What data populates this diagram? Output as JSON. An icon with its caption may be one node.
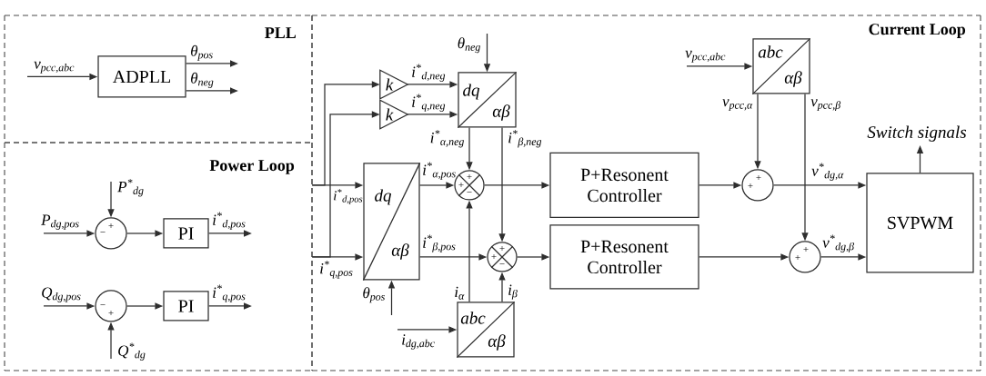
{
  "diagram": {
    "nodes": [
      {
        "text": [
          "PLL"
        ]
      },
      {
        "text": [
          "ADPLL"
        ],
        "in": 0
      },
      {
        "text": [
          "Power Loop"
        ]
      },
      {
        "text": [
          "+",
          "−"
        ],
        "in": 2
      },
      {
        "text": [
          "PI"
        ],
        "in": 2
      },
      {
        "text": [
          "−",
          "+"
        ],
        "in": 2
      },
      {
        "text": [
          "PI"
        ],
        "in": 2
      },
      {
        "text": [
          "Current Loop"
        ]
      },
      {
        "text": [
          "k"
        ],
        "in": 7
      },
      {
        "text": [
          "k"
        ],
        "in": 7
      },
      {
        "text": [
          "dq",
          "αβ"
        ],
        "in": 7
      },
      {
        "text": [
          "dq",
          "αβ"
        ],
        "in": 7
      },
      {
        "text": [
          "+",
          "+",
          "−"
        ],
        "in": 7
      },
      {
        "text": [
          "+",
          "+",
          "−"
        ],
        "in": 7
      },
      {
        "text": [
          "abc",
          "αβ"
        ],
        "in": 7
      },
      {
        "text": [
          "P+Resonent Controller"
        ],
        "in": 7
      },
      {
        "text": [
          "P+Resonent Controller"
        ],
        "in": 7
      },
      {
        "text": [
          "abc",
          "αβ"
        ],
        "in": 7
      },
      {
        "text": [
          "+",
          "+"
        ],
        "in": 7
      },
      {
        "text": [
          "+",
          "+"
        ],
        "in": 7
      },
      {
        "text": [
          "SVPWM"
        ],
        "in": 7
      }
    ],
    "edges": [
      {
        "from": null,
        "to": 1,
        "arrow": "to",
        "label": "v$_{pcc,abc}$"
      },
      {
        "from": 1,
        "to": null,
        "arrow": "to",
        "label": "θ$_{pos}$"
      },
      {
        "from": 1,
        "to": null,
        "arrow": "to",
        "label": "θ$_{neg}$"
      },
      {
        "from": null,
        "to": 3,
        "arrow": "to",
        "label": "P$_{dg,pos}$"
      },
      {
        "from": null,
        "to": 3,
        "arrow": "to",
        "label": "P$^{*}$$_{dg}$"
      },
      {
        "from": 3,
        "to": 4,
        "arrow": "to"
      },
      {
        "from": 4,
        "to": null,
        "arrow": "to",
        "label": "i$^{*}$$_{d,pos}$"
      },
      {
        "from": null,
        "to": 5,
        "arrow": "to",
        "label": "Q$_{dg,pos}$"
      },
      {
        "from": null,
        "to": 5,
        "arrow": "to",
        "label": "Q$^{*}$$_{dg}$"
      },
      {
        "from": 5,
        "to": 6,
        "arrow": "to"
      },
      {
        "from": 6,
        "to": null,
        "arrow": "to",
        "label": "i$^{*}$$_{q,pos}$"
      },
      {
        "from": 2,
        "to": 11,
        "arrow": "to",
        "label": "i$^{*}$$_{d,pos}$"
      },
      {
        "from": 2,
        "to": 8,
        "arrow": "to"
      },
      {
        "from": 2,
        "to": 11,
        "arrow": "to",
        "label": "i$^{*}$$_{q,pos}$"
      },
      {
        "from": 2,
        "to": 9,
        "arrow": "to"
      },
      {
        "from": 8,
        "to": 10,
        "arrow": "to",
        "label": "i$^{*}$$_{d,neg}$"
      },
      {
        "from": 9,
        "to": 10,
        "arrow": "to",
        "label": "i$^{*}$$_{q,neg}$"
      },
      {
        "from": null,
        "to": 10,
        "arrow": "to",
        "label": "θ$_{neg}$"
      },
      {
        "from": null,
        "to": 11,
        "arrow": "to",
        "label": "θ$_{pos}$"
      },
      {
        "from": 10,
        "to": 12,
        "arrow": "to",
        "label": "i$^{*}$$_{α,neg}$"
      },
      {
        "from": 10,
        "to": 13,
        "arrow": "to",
        "label": "i$^{*}$$_{β,neg}$"
      },
      {
        "from": 11,
        "to": 12,
        "arrow": "to",
        "label": "i$^{*}$$_{α,pos}$"
      },
      {
        "from": 11,
        "to": 13,
        "arrow": "to",
        "label": "i$^{*}$$_{β,pos}$"
      },
      {
        "from": 14,
        "to": 12,
        "arrow": "to",
        "label": "i$_{α}$"
      },
      {
        "from": 14,
        "to": 13,
        "arrow": "to",
        "label": "i$_{β}$"
      },
      {
        "from": null,
        "to": 14,
        "arrow": "to",
        "label": "i$_{dg,abc}$"
      },
      {
        "from": 12,
        "to": 15,
        "arrow": "to"
      },
      {
        "from": 13,
        "to": 16,
        "arrow": "to"
      },
      {
        "from": null,
        "to": 17,
        "arrow": "to",
        "label": "v$_{pcc,abc}$"
      },
      {
        "from": 17,
        "to": 18,
        "arrow": "to",
        "label": "v$_{pcc,α}$"
      },
      {
        "from": 17,
        "to": 19,
        "arrow": "to",
        "label": "v$_{pcc,β}$"
      },
      {
        "from": 15,
        "to": 18,
        "arrow": "to"
      },
      {
        "from": 16,
        "to": 19,
        "arrow": "to"
      },
      {
        "from": 18,
        "to": 20,
        "arrow": "to",
        "label": "v$^{*}$$_{dg,α}$"
      },
      {
        "from": 19,
        "to": 20,
        "arrow": "to",
        "label": "v$^{*}$$_{dg,β}$"
      },
      {
        "from": 20,
        "to": null,
        "arrow": "to",
        "label": "Switch signals"
      }
    ]
  }
}
